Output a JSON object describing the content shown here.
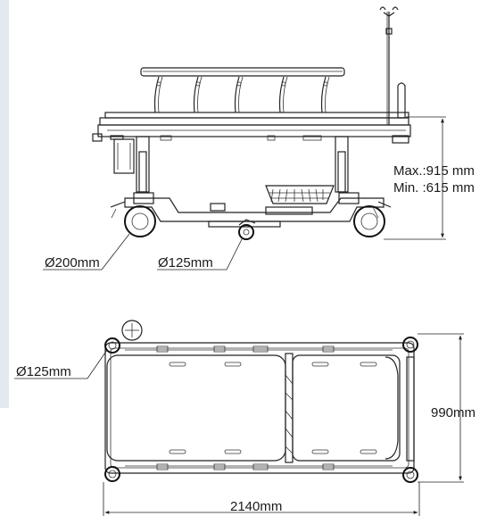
{
  "side_view": {
    "height_max": "Max.:915 mm",
    "height_min": "Min. :615 mm",
    "large_wheel": "Ø200mm",
    "small_wheel": "Ø125mm"
  },
  "top_view": {
    "caster": "Ø125mm",
    "width": "990mm",
    "length": "2140mm"
  }
}
